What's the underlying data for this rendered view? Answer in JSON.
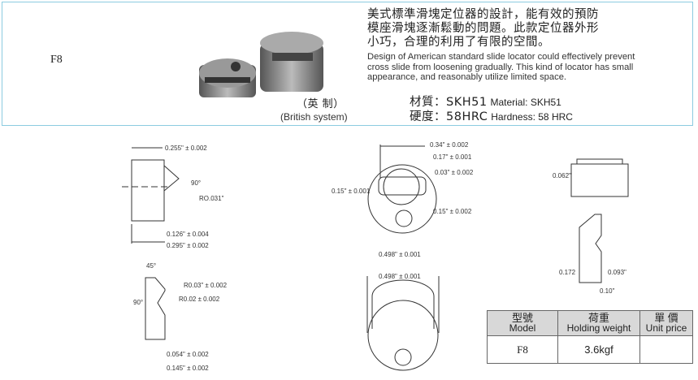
{
  "model_code": "F8",
  "system_zh": "（英 制）",
  "system_en": "(British system)",
  "desc_zh": [
    "美式標準滑塊定位器的設計，能有效的預防",
    "模座滑塊逐漸鬆動的問題。此款定位器外形",
    "小巧，合理的利用了有限的空間。"
  ],
  "desc_en": [
    "Design of American standard slide locator could effectively prevent",
    "cross slide from loosening gradually. This kind of locator has small",
    "appearance, and reasonably utilize limited space."
  ],
  "material_zh": "材質：SKH51",
  "material_en": "Material: SKH51",
  "hardness_zh": "硬度：58HRC",
  "hardness_en": "Hardness: 58 HRC",
  "dims": {
    "a": "0.255\" ± 0.002",
    "b": "90°",
    "c": "RO.031\"",
    "d": "0.126\" ± 0.004",
    "e": "0.295\" ± 0.002",
    "f": "45°",
    "g": "R0.03\" ± 0.002",
    "h": "90°",
    "i": "R0.02 ± 0.002",
    "j": "0.054\" ± 0.002",
    "k": "0.145\" ± 0.002",
    "l": "0.34\" ± 0.002",
    "m": "0.17\" ± 0.001",
    "n": "0.03\" ± 0.002",
    "o": "0.15\" ± 0.001",
    "p": "0.15\" ± 0.002",
    "q": "0.498\" ± 0.001",
    "r": "0.498\"  ± 0.001",
    "s": "0.062\"",
    "t": "0.172",
    "u": "0.093\"",
    "v": "0.10\""
  },
  "table": {
    "headers": [
      [
        "型號",
        "Model"
      ],
      [
        "荷重",
        "Holding weight"
      ],
      [
        "單 價",
        "Unit price"
      ]
    ],
    "row": [
      "F8",
      "3.6kgf",
      ""
    ]
  }
}
